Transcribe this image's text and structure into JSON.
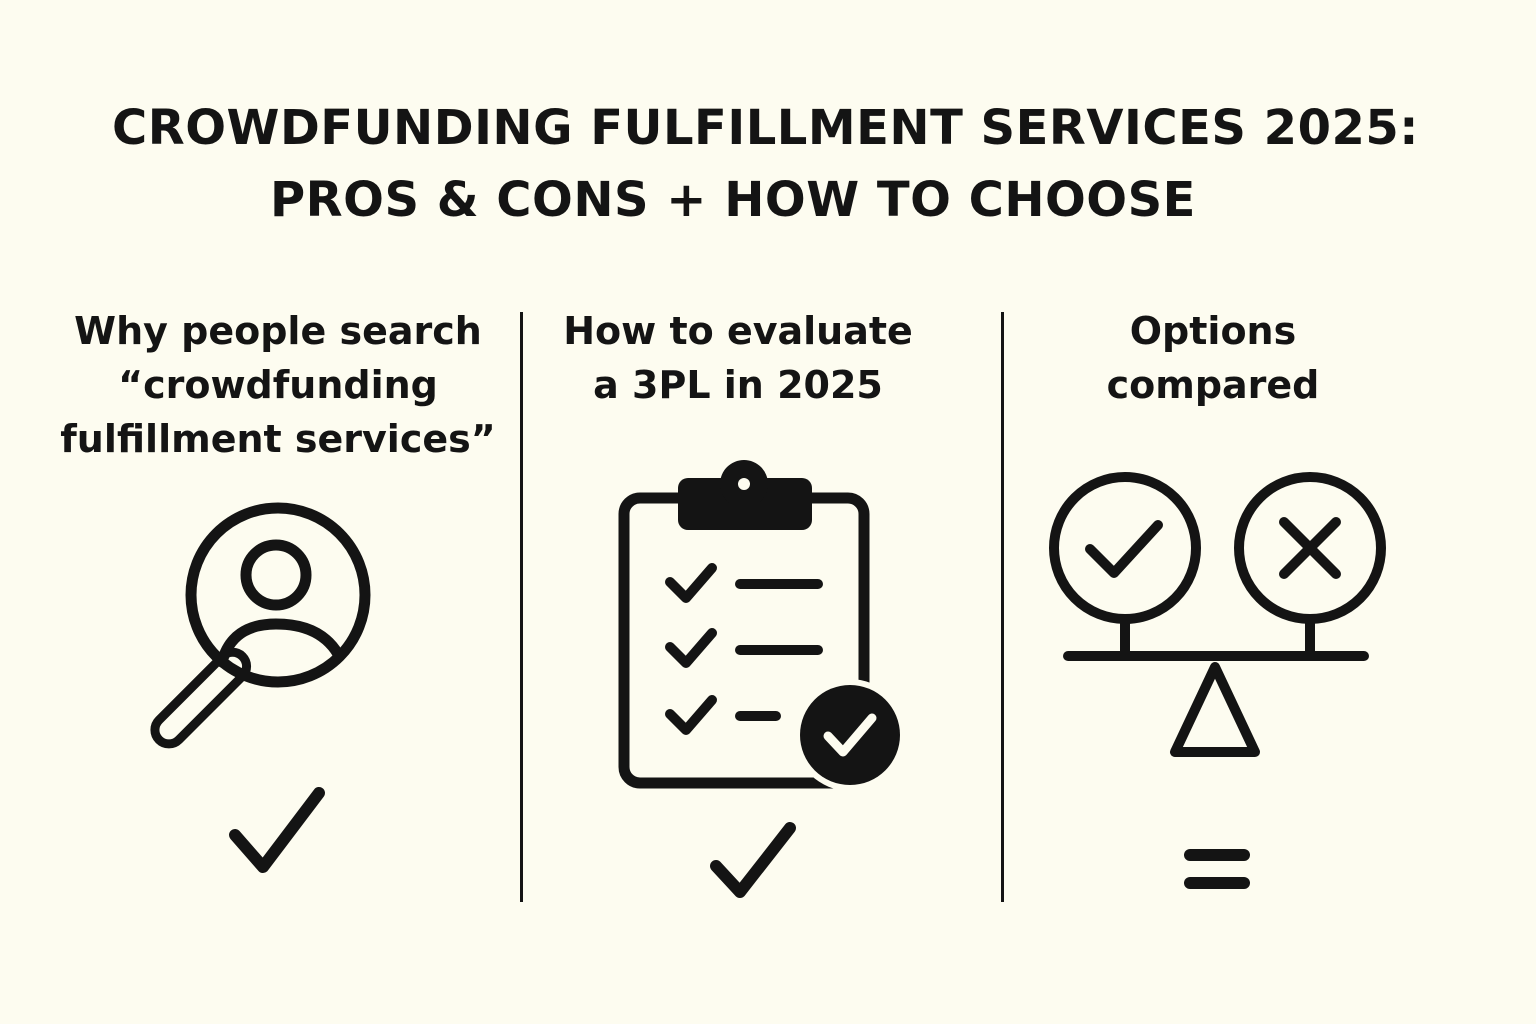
{
  "title": {
    "line1": "CROWDFUNDING FULFILLMENT SERVICES 2025:",
    "line2": "PROS & CONS + HOW TO CHOOSE"
  },
  "columns": [
    {
      "heading_lines": [
        "Why people search",
        "“crowdfunding",
        "fulfillment services”"
      ],
      "icon": "person-search-icon",
      "bottom_icon": "checkmark-icon"
    },
    {
      "heading_lines": [
        "How to evaluate",
        "a 3PL in 2025"
      ],
      "icon": "clipboard-checklist-icon",
      "bottom_icon": "checkmark-icon"
    },
    {
      "heading_lines": [
        "Options",
        "compared"
      ],
      "icon": "balance-scale-icon",
      "bottom_icon": "equals-icon"
    }
  ],
  "colors": {
    "background": "#fdfcf0",
    "ink": "#141414"
  }
}
